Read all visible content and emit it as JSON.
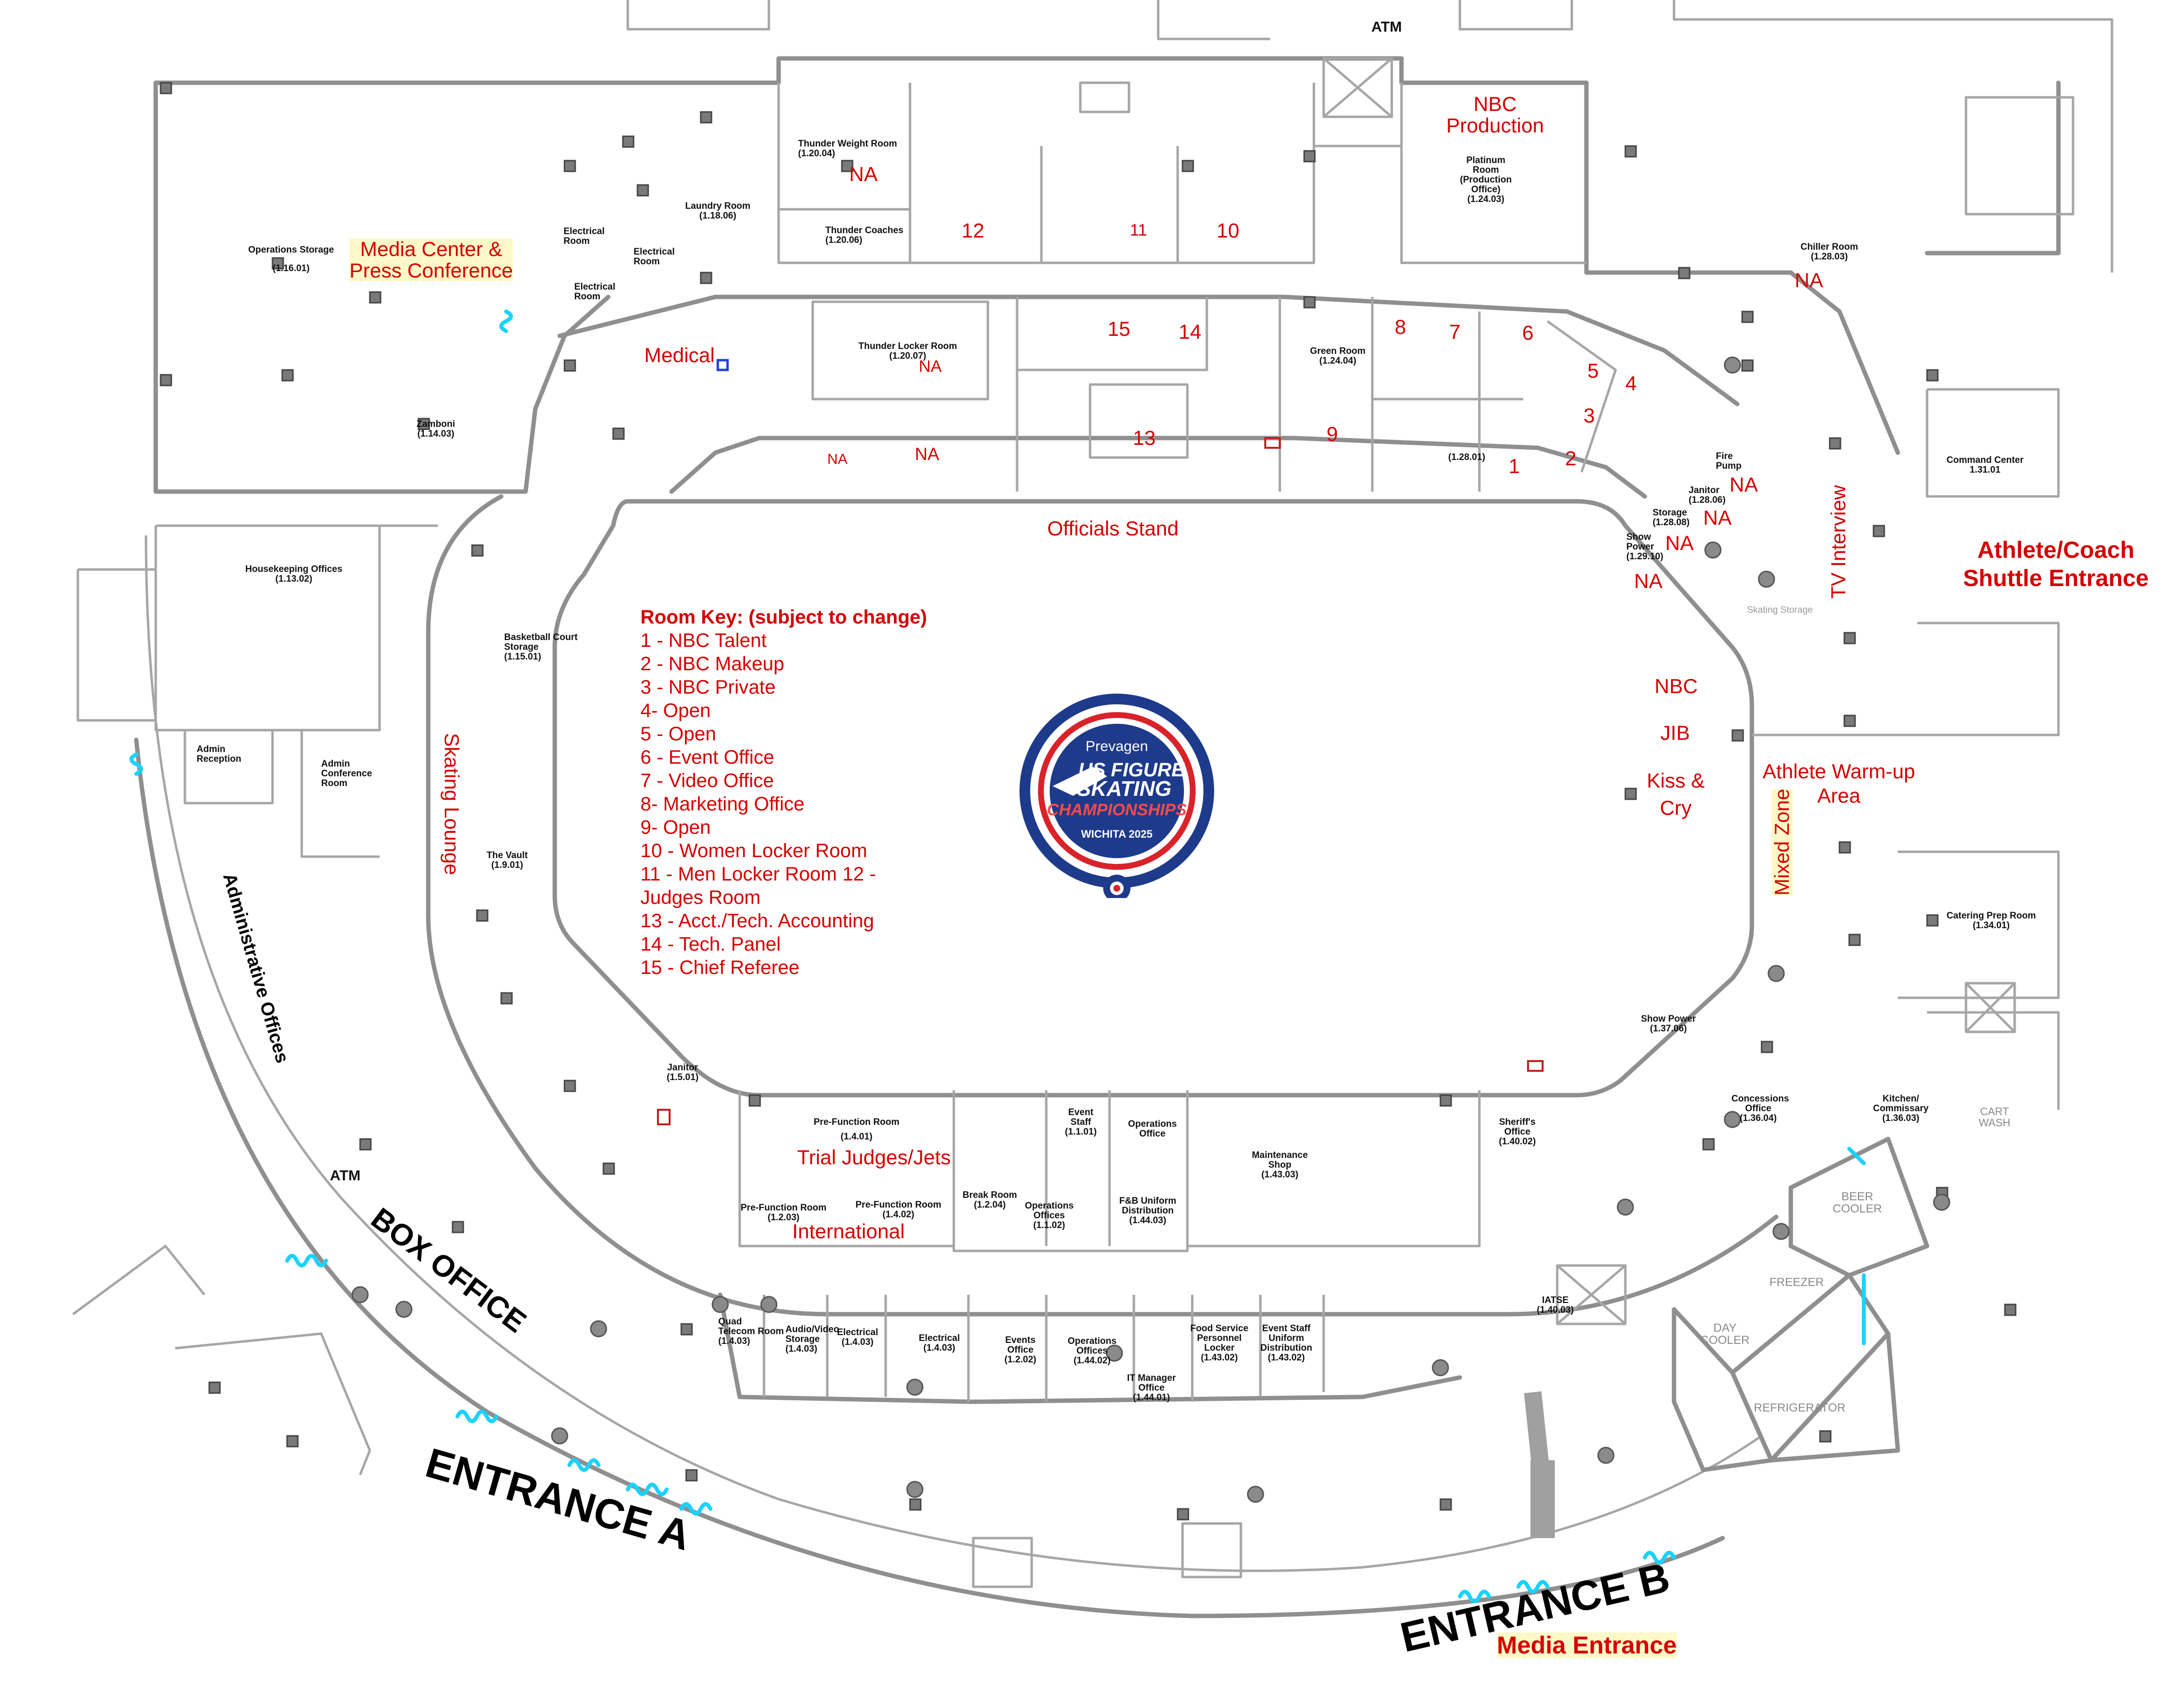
{
  "map": {
    "atm_top": "ATM",
    "atm_left": "ATM",
    "big_labels": {
      "box_office": "BOX OFFICE",
      "entrance_a": "ENTRANCE A",
      "entrance_b": "ENTRANCE B",
      "administrative_offices": "Administrative Offices"
    },
    "red_labels": {
      "media_center_1": "Media Center &",
      "media_center_2": "Press Conference",
      "nbc_production_1": "NBC",
      "nbc_production_2": "Production",
      "medical": "Medical",
      "officials_stand": "Officials Stand",
      "skating_lounge": "Skating Lounge",
      "tv_interview": "TV Interview",
      "athlete_coach_1": "Athlete/Coach",
      "athlete_coach_2": "Shuttle Entrance",
      "nbc": "NBC",
      "jib": "JIB",
      "kiss_cry_1": "Kiss &",
      "kiss_cry_2": "Cry",
      "athlete_warmup_1": "Athlete Warm-up",
      "athlete_warmup_2": "Area",
      "mixed_zone": "Mixed Zone",
      "trial_judges": "Trial Judges/Jets",
      "international": "International",
      "media_entrance": "Media Entrance",
      "na_weight": "NA",
      "na_locker": "NA",
      "na_small_1": "NA",
      "na_small_2": "NA",
      "na_chiller": "NA",
      "na_janitor": "NA",
      "na_storage": "NA",
      "na_showpower": "NA",
      "na_fire": "NA",
      "r1": "1",
      "r2": "2",
      "r3": "3",
      "r4": "4",
      "r5": "5",
      "r6": "6",
      "r7": "7",
      "r8": "8",
      "r9": "9",
      "r10": "10",
      "r11": "11",
      "r12": "12",
      "r13": "13",
      "r14": "14",
      "r15": "15"
    },
    "rooms": {
      "operations_storage": "Operations Storage",
      "operations_storage_num": "(1.16.01)",
      "laundry": "Laundry Room",
      "laundry_num": "(1.18.06)",
      "electrical_a": "Electrical Room",
      "electrical_b": "Electrical Room",
      "electrical_c": "Electrical Room",
      "thunder_weight": "Thunder Weight Room",
      "thunder_weight_num": "(1.20.04)",
      "thunder_coaches": "Thunder Coaches",
      "thunder_coaches_num": "(1.20.06)",
      "platinum_1": "Platinum",
      "platinum_2": "Room",
      "platinum_3": "(Production",
      "platinum_4": "Office)",
      "platinum_num": "(1.24.03)",
      "chiller": "Chiller Room",
      "chiller_num": "(1.28.03)",
      "zamboni": "Zamboni",
      "zamboni_num": "(1.14.03)",
      "thunder_locker": "Thunder Locker Room",
      "thunder_locker_num": "(1.20.07)",
      "green_room": "Green Room",
      "green_room_num": "(1.24.04)",
      "r12801": "(1.28.01)",
      "command_center": "Command Center",
      "command_center_num": "1.31.01",
      "fire_pump": "Fire Pump",
      "janitor_top": "Janitor",
      "janitor_top_num": "(1.28.06)",
      "storage_top": "Storage",
      "storage_top_num": "(1.28.08)",
      "show_power_top": "Show Power",
      "show_power_top_num": "(1.29.10)",
      "housekeeping": "Housekeeping Offices",
      "housekeeping_num": "(1.13.02)",
      "basketball_1": "Basketball Court",
      "basketball_2": "Storage",
      "basketball_num": "(1.15.01)",
      "skating_storage": "Skating Storage",
      "admin_reception": "Admin Reception",
      "admin_conf_1": "Admin",
      "admin_conf_2": "Conference",
      "admin_conf_3": "Room",
      "the_vault": "The Vault",
      "the_vault_num": "(1.9.01)",
      "catering": "Catering Prep Room",
      "catering_num": "(1.34.01)",
      "show_power_bot": "Show Power",
      "show_power_bot_num": "(1.37.06)",
      "janitor_bot": "Janitor",
      "janitor_bot_num": "(1.5.01)",
      "prefunction_a": "Pre-Function Room",
      "prefunction_a_num": "(1.4.01)",
      "event_staff": "Event Staff",
      "event_staff_num": "(1.1.01)",
      "operations_office": "Operations Office",
      "maintenance": "Maintenance Shop",
      "maintenance_num": "(1.43.03)",
      "sheriffs": "Sheriff's Office",
      "sheriffs_num": "(1.40.02)",
      "concessions": "Concessions Office",
      "concessions_num": "(1.36.04)",
      "kitchen": "Kitchen/ Commissary",
      "kitchen_num": "(1.36.03)",
      "prefunction_b": "Pre-Function Room",
      "prefunction_b_num": "(1.2.03)",
      "prefunction_c": "Pre-Function Room",
      "prefunction_c_num": "(1.4.02)",
      "break_room": "Break Room",
      "break_room_num": "(1.2.04)",
      "ops_offices": "Operations Offices",
      "ops_offices_num": "(1.1.02)",
      "fb_uniform_1": "F&B Uniform",
      "fb_uniform_2": "Distribution",
      "fb_uniform_num": "(1.44.03)",
      "beer_cooler_1": "BEER",
      "beer_cooler_2": "COOLER",
      "freezer": "FREEZER",
      "day_cooler_1": "DAY",
      "day_cooler_2": "COOLER",
      "refrigerator": "REFRIGERATOR",
      "cart_wash_1": "CART",
      "cart_wash_2": "WASH",
      "iatse": "IATSE",
      "iatse_num": "(1.40.03)",
      "quad_telecom_1": "Quad",
      "quad_telecom_2": "Telecom Room",
      "quad_telecom_num": "(1.4.03)",
      "av_storage_1": "Audio/Video",
      "av_storage_2": "Storage",
      "av_storage_num": "(1.4.03)",
      "electrical_d": "Electrical",
      "electrical_d_num": "(1.4.03)",
      "electrical_e": "Electrical",
      "electrical_e_num": "(1.4.03)",
      "events_office_1": "Events",
      "events_office_2": "Office",
      "events_office_num": "(1.2.02)",
      "ops_offices_b_1": "Operations",
      "ops_offices_b_2": "Offices",
      "ops_offices_b_num": "(1.44.02)",
      "it_manager_1": "IT Manager",
      "it_manager_2": "Office",
      "it_manager_num": "(1.44.01)",
      "food_service_1": "Food Service",
      "food_service_2": "Personnel",
      "food_service_3": "Locker",
      "food_service_num": "(1.43.02)",
      "event_staff_uni_1": "Event Staff",
      "event_staff_uni_2": "Uniform",
      "event_staff_uni_3": "Distribution",
      "event_staff_uni_num": "(1.43.02)"
    },
    "room_key": {
      "title": "Room Key: (subject to change)",
      "items": [
        "1 - NBC Talent",
        "2 - NBC Makeup",
        "3 - NBC Private",
        "4- Open",
        "5 - Open",
        "6 - Event Office",
        "7 - Video Office",
        "8-  Marketing Office",
        "9- Open",
        "10 - Women Locker Room",
        "11 - Men Locker Room 12 -",
        "Judges Room",
        "13 - Acct./Tech. Accounting",
        "14 - Tech. Panel",
        "15 - Chief Referee"
      ]
    },
    "logo": {
      "sponsor": "Prevagen",
      "line1": "US FIGURE",
      "line2": "SKATING",
      "line3": "CHAMPIONSHIPS",
      "line4": "WICHITA 2025"
    },
    "colors": {
      "label_red": "#d40000",
      "highlight": "#fff8c8",
      "entry_cyan": "#19d2ff",
      "wall_gray": "#8f8f8f",
      "logo_navy": "#1e3a8a",
      "logo_red": "#d9222a"
    }
  }
}
